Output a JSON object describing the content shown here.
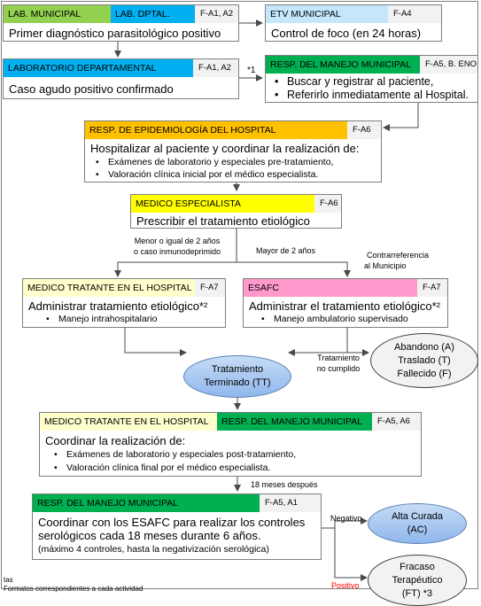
{
  "boxes": {
    "lab_municipal": {
      "header": "LAB. MUNICIPAL",
      "header2": "LAB. DPTAL.",
      "code": "F-A1, A2",
      "text": "Primer diagnóstico parasitológico positivo"
    },
    "etv_municipal": {
      "header": "ETV MUNICIPAL",
      "code": "F-A4",
      "text": "Control de foco (en 24 horas)"
    },
    "lab_departamental": {
      "header": "LABORATORIO DEPARTAMENTAL",
      "code": "F-A1, A2",
      "text": "Caso agudo positivo confirmado"
    },
    "resp_manejo_1": {
      "header": "RESP. DEL MANEJO MUNICIPAL",
      "code": "F-A5, B. ENO",
      "bullets": [
        "Buscar y registrar al paciente,",
        "Referirlo inmediatamente al Hospital."
      ]
    },
    "resp_epidemiologia": {
      "header": "RESP. DE EPIDEMIOLOGÍA DEL HOSPITAL",
      "code": "F-A6",
      "text": "Hospitalizar al paciente y coordinar la realización de:",
      "bullets": [
        "Exámenes de laboratorio y especiales pre-tratamiento,",
        "Valoración clínica inicial por el médico especialista."
      ]
    },
    "medico_especialista": {
      "header": "MEDICO ESPECIALISTA",
      "code": "F-A6",
      "text": "Prescribir el tratamiento etiológico"
    },
    "medico_tratante_1": {
      "header": "MEDICO TRATANTE EN EL HOSPITAL",
      "code": "F-A7",
      "text": "Administrar tratamiento etiológico*²",
      "bullets": [
        "Manejo intrahospitalario"
      ]
    },
    "esafc": {
      "header": "ESAFC",
      "code": "F-A7",
      "text": "Administrar el tratamiento etiológico*²",
      "bullets": [
        "Manejo ambulatorio supervisado"
      ]
    },
    "coordinar_post": {
      "header": "MEDICO TRATANTE EN EL HOSPITAL",
      "header2": "RESP. DEL MANEJO MUNICIPAL",
      "code": "F-A5, A6",
      "text": "Coordinar la realización de:",
      "bullets": [
        "Exámenes de laboratorio y especiales post-tratamiento,",
        "Valoración clínica final por el médico especialista."
      ]
    },
    "resp_manejo_2": {
      "header": "RESP. DEL MANEJO MUNICIPAL",
      "code": "F-A5, A1",
      "lines": [
        "Coordinar con los ESAFC para realizar los controles",
        "serológicos cada 18 meses durante 6 años."
      ],
      "note": "(máximo 4 controles, hasta la negativización serológica)"
    }
  },
  "ellipses": {
    "abandono": [
      "Abandono (A)",
      "Traslado (T)",
      "Fallecido (F)"
    ],
    "terminado": [
      "Tratamiento",
      "Terminado (TT)"
    ],
    "alta": [
      "Alta Curada",
      "(AC)"
    ],
    "fracaso": [
      "Fracaso",
      "Terapéutico",
      "(FT) *3"
    ]
  },
  "labels": {
    "star1": "*1",
    "menor": [
      "Menor o igual de 2 años",
      "o caso inmunodeprimido"
    ],
    "mayor": "Mayor de 2 años",
    "contrarref": [
      "Contrarreferencia",
      "al Municipio"
    ],
    "no_cumplido": [
      "Tratamiento",
      "no cumplido"
    ],
    "meses": "18 meses después",
    "negativo": "Negativo",
    "positivo": "Positivo",
    "footnote1": "tas",
    "footnote2": "Formatos correspondientes a cada actividad"
  },
  "colors": {
    "green_light": "#92d050",
    "cyan": "#00b0f0",
    "light_blue": "#c5e7fb",
    "green": "#00b050",
    "orange": "#ffc000",
    "yellow": "#ffff00",
    "pale_yellow": "#ffffcc",
    "pink": "#ff99cc",
    "red": "#ff0000"
  }
}
